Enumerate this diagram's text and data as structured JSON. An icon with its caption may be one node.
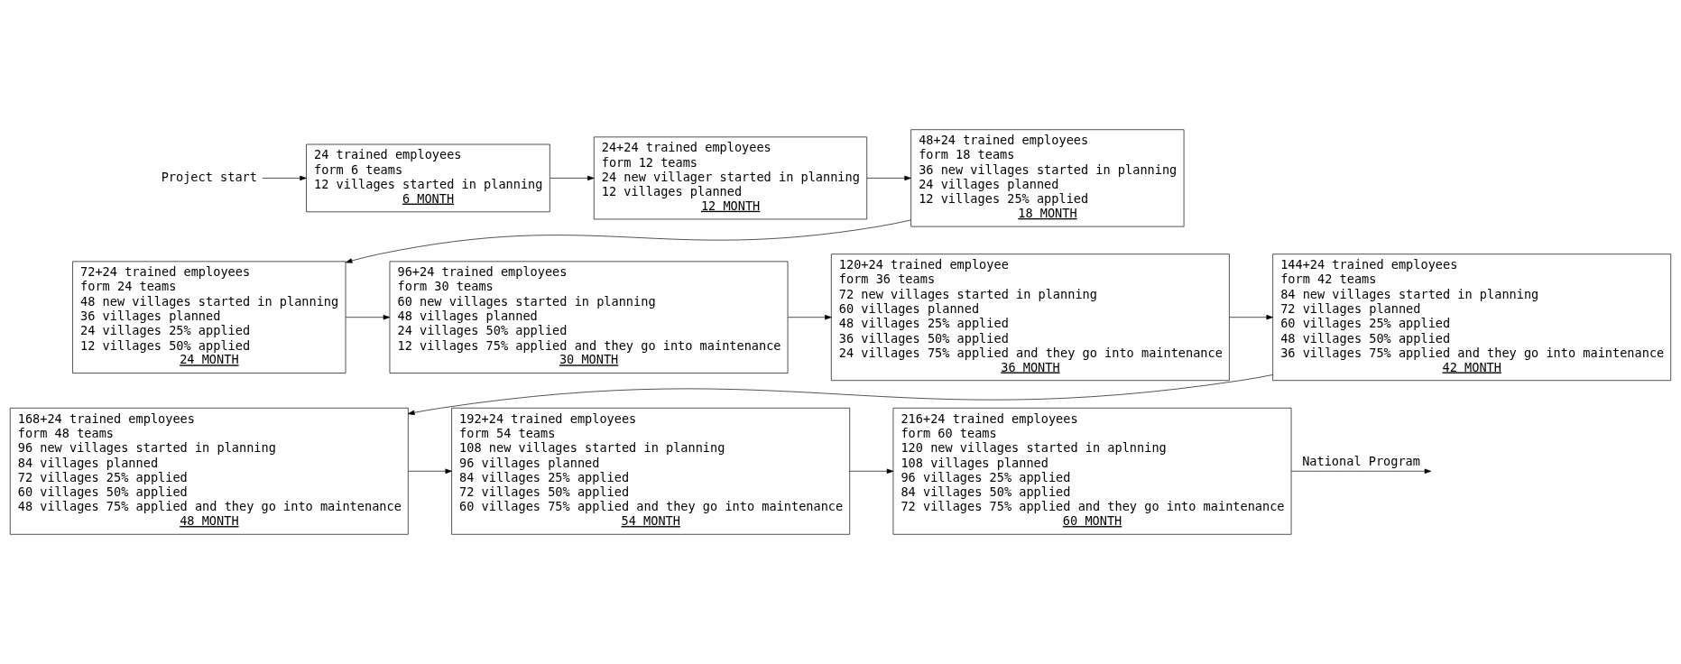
{
  "diagram": {
    "nodes": [
      {
        "text": [
          "Project start"
        ]
      },
      {
        "text": [
          "24 trained employees",
          "form 6 teams",
          "12 villages started in planning",
          "6 MONTH"
        ]
      },
      {
        "text": [
          "24+24 trained employees",
          "form 12 teams",
          "24 new villager started in planning",
          "12 villages planned",
          "12 MONTH"
        ]
      },
      {
        "text": [
          "48+24 trained employees",
          "form 18 teams",
          "36 new villages started in planning",
          "24 villages planned",
          "12 villages 25% applied",
          "18 MONTH"
        ]
      },
      {
        "text": [
          "72+24 trained employees",
          "form 24 teams",
          "48 new villages started in planning",
          "36 villages planned",
          "24 villages 25% applied",
          "12 villages 50% applied",
          "24 MONTH"
        ]
      },
      {
        "text": [
          "96+24 trained employees",
          "form 30 teams",
          "60 new villages started in planning",
          "48 villages planned",
          "24 villages 50% applied",
          "12 villages 75% applied and they go into maintenance",
          "30 MONTH"
        ]
      },
      {
        "text": [
          "120+24 trained employee",
          "form 36 teams",
          "72 new villages started in planning",
          "60 villages planned",
          "48 villages 25% applied",
          "36 villages 50% applied",
          "24 villages 75% applied and they go into maintenance",
          "36 MONTH"
        ]
      },
      {
        "text": [
          "144+24 trained employees",
          "form 42 teams",
          "84 new villages started in planning",
          "72 villages planned",
          "60 villages 25% applied",
          "48 villages 50% applied",
          "36 villages 75% applied and they go into maintenance",
          "42 MONTH"
        ]
      },
      {
        "text": [
          "168+24 trained employees",
          "form 48 teams",
          "96 new villages started in planning",
          "84 villages planned",
          "72 villages 25% applied",
          "60 villages 50% applied",
          "48 villages 75% applied and they go into maintenance",
          "48 MONTH"
        ]
      },
      {
        "text": [
          "192+24 trained employees",
          "form 54 teams",
          "108 new villages started in planning",
          "96 villages planned",
          "84 villages 25% applied",
          "72 villages 50% applied",
          "60 villages 75% applied and they go into maintenance",
          "54 MONTH"
        ]
      },
      {
        "text": [
          "216+24 trained employees",
          "form 60 teams",
          "120 new villages started in aplnning",
          "108 villages planned",
          "96 villages 25% applied",
          "84 villages 50% applied",
          "72 villages 75% applied and they go into maintenance",
          "60 MONTH"
        ]
      }
    ],
    "edges": [
      {
        "from": 0,
        "to": 1,
        "arrow": "to"
      },
      {
        "from": 1,
        "to": 2,
        "arrow": "to"
      },
      {
        "from": 2,
        "to": 3,
        "arrow": "to"
      },
      {
        "from": 3,
        "to": 4,
        "arrow": "to"
      },
      {
        "from": 4,
        "to": 5,
        "arrow": "to"
      },
      {
        "from": 5,
        "to": 6,
        "arrow": "to"
      },
      {
        "from": 6,
        "to": 7,
        "arrow": "to"
      },
      {
        "from": 7,
        "to": 8,
        "arrow": "to"
      },
      {
        "from": 8,
        "to": 9,
        "arrow": "to"
      },
      {
        "from": 9,
        "to": 10,
        "arrow": "to"
      },
      {
        "from": 10,
        "to": null,
        "arrow": "to",
        "label": "National Program"
      }
    ]
  }
}
